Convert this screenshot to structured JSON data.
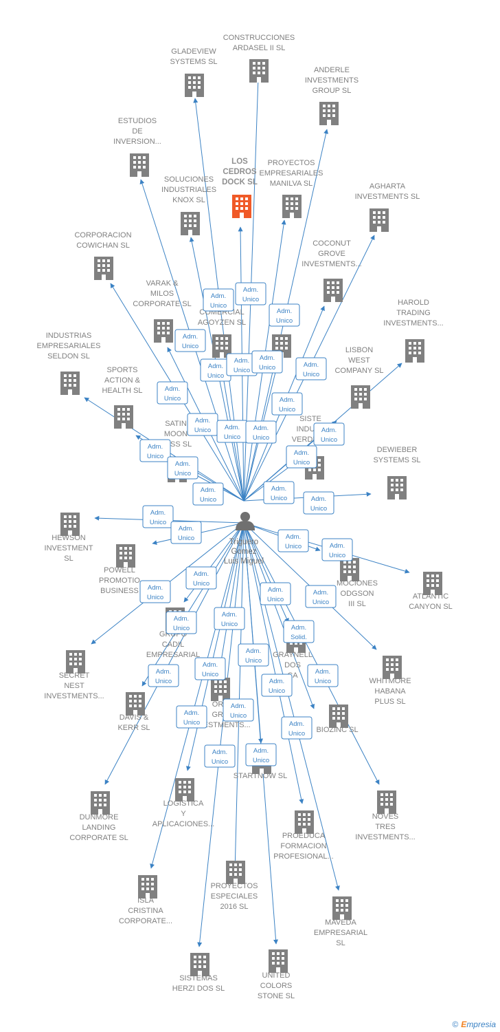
{
  "colors": {
    "edge": "#3b82c4",
    "building": "#808080",
    "focus_building": "#f05a28",
    "person": "#707070"
  },
  "center": {
    "name_lines": [
      "Triguero",
      "Gomez",
      "Luis Miguel"
    ],
    "icon": "person-icon"
  },
  "nodes": [
    {
      "lines": [
        "CONSTRUCCIONES",
        "ARDASEL II  SL"
      ]
    },
    {
      "lines": [
        "GLADEVIEW",
        "SYSTEMS  SL"
      ]
    },
    {
      "lines": [
        "ANDERLE",
        "INVESTMENTS",
        "GROUP SL"
      ]
    },
    {
      "lines": [
        "ESTUDIOS",
        "DE",
        "INVERSION..."
      ]
    },
    {
      "lines": [
        "LOS",
        "CEDROS",
        "DOCK  SL"
      ],
      "focus": true
    },
    {
      "lines": [
        "PROYECTOS",
        "EMPRESARIALES",
        "MANILVA SL"
      ]
    },
    {
      "lines": [
        "SOLUCIONES",
        "INDUSTRIALES",
        "KNOX SL"
      ]
    },
    {
      "lines": [
        "AGHARTA",
        "INVESTMENTS SL"
      ]
    },
    {
      "lines": [
        "CORPORACION",
        "COWICHAN SL"
      ]
    },
    {
      "lines": [
        "COCONUT",
        "GROVE",
        "INVESTMENTS..."
      ]
    },
    {
      "lines": [
        "VARAK &",
        "MILOS",
        "CORPORATE SL"
      ]
    },
    {
      "lines": [
        "COMERCIAL",
        "AGOYZEN SL"
      ]
    },
    {
      "lines": [
        "D",
        "TA"
      ]
    },
    {
      "lines": [
        "HAROLD",
        "TRADING",
        "INVESTMENTS..."
      ]
    },
    {
      "lines": [
        "INDUSTRIAS",
        "EMPRESARIALES",
        "SELDON SL"
      ]
    },
    {
      "lines": [
        "LISBON",
        "WEST",
        "COMPANY  SL"
      ]
    },
    {
      "lines": [
        "SPORTS",
        "ACTION &",
        "HEALTH  SL"
      ]
    },
    {
      "lines": [
        "SATIN",
        "MOON",
        "NESS SL"
      ]
    },
    {
      "lines": [
        "SISTE",
        "INDUST",
        "VERDE  SL"
      ]
    },
    {
      "lines": [
        "DEWIEBER",
        "SYSTEMS  SL"
      ]
    },
    {
      "lines": [
        "HEWSON",
        "INVESTMENT",
        "SL"
      ]
    },
    {
      "lines": [
        "POWELL",
        "PROMOTIO",
        "BUSINESS"
      ]
    },
    {
      "lines": [
        "MOCIONES",
        "ODGSON",
        "III SL"
      ]
    },
    {
      "lines": [
        "ATLANTIC",
        "CANYON SL"
      ]
    },
    {
      "lines": [
        "GRUPO",
        "CADIL",
        "EMPRESARIAL"
      ]
    },
    {
      "lines": [
        "GRAYNELL",
        "DOS",
        "CA"
      ]
    },
    {
      "lines": [
        "SECRET",
        "NEST",
        "INVESTMENTS..."
      ]
    },
    {
      "lines": [
        "WHITMORE",
        "HABANA",
        "PLUS  SL"
      ]
    },
    {
      "lines": [
        "DAVIS &",
        "KERR SL"
      ]
    },
    {
      "lines": [
        "ORC",
        "GRO",
        "INVESTMENTS..."
      ]
    },
    {
      "lines": [
        "BIOZINC SL"
      ]
    },
    {
      "lines": [
        "STARTNOW SL"
      ]
    },
    {
      "lines": [
        "DUNMORE",
        "LANDING",
        "CORPORATE SL"
      ]
    },
    {
      "lines": [
        "LOGISTICA",
        "Y",
        "APLICACIONES..."
      ]
    },
    {
      "lines": [
        "NOVES",
        "TRES",
        "INVESTMENTS..."
      ]
    },
    {
      "lines": [
        "PROEDUCA",
        "FORMACION",
        "PROFESIONAL..."
      ]
    },
    {
      "lines": [
        "ISLA",
        "CRISTINA",
        "CORPORATE..."
      ]
    },
    {
      "lines": [
        "PROYECTOS",
        "ESPECIALES",
        "2016  SL"
      ]
    },
    {
      "lines": [
        "MAVEDA",
        "EMPRESARIAL",
        "SL"
      ]
    },
    {
      "lines": [
        "SISTEMAS",
        "HERZI DOS SL"
      ]
    },
    {
      "lines": [
        "UNITED",
        "COLORS",
        "STONE SL"
      ]
    }
  ],
  "edge_label_default": [
    "Adm.",
    "Unico"
  ],
  "edge_label_solid": [
    "Adm.",
    "Solid."
  ],
  "footer": {
    "copyright": "©",
    "brand_e": "E",
    "brand_rest": "mpresia"
  }
}
